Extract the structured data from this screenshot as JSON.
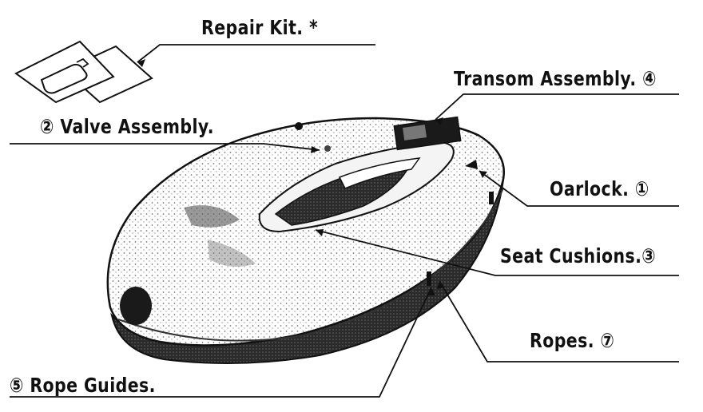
{
  "colors": {
    "ink": "#111111",
    "paper": "#ffffff",
    "hull_shade": "#3a3a3a",
    "floor_shade": "#2a2a2a"
  },
  "labels": {
    "repair_kit": "Repair Kit. *",
    "valve_assembly": "② Valve Assembly.",
    "transom_assembly": "Transom Assembly. ④",
    "oarlock": "Oarlock. ①",
    "seat_cushions": "Seat Cushions.③",
    "ropes": "Ropes. ⑦",
    "rope_guides": "⑤ Rope Guides."
  },
  "icons": {
    "repair_kit": "patch-sheets-icon",
    "boat": "inflatable-boat-illustration"
  }
}
